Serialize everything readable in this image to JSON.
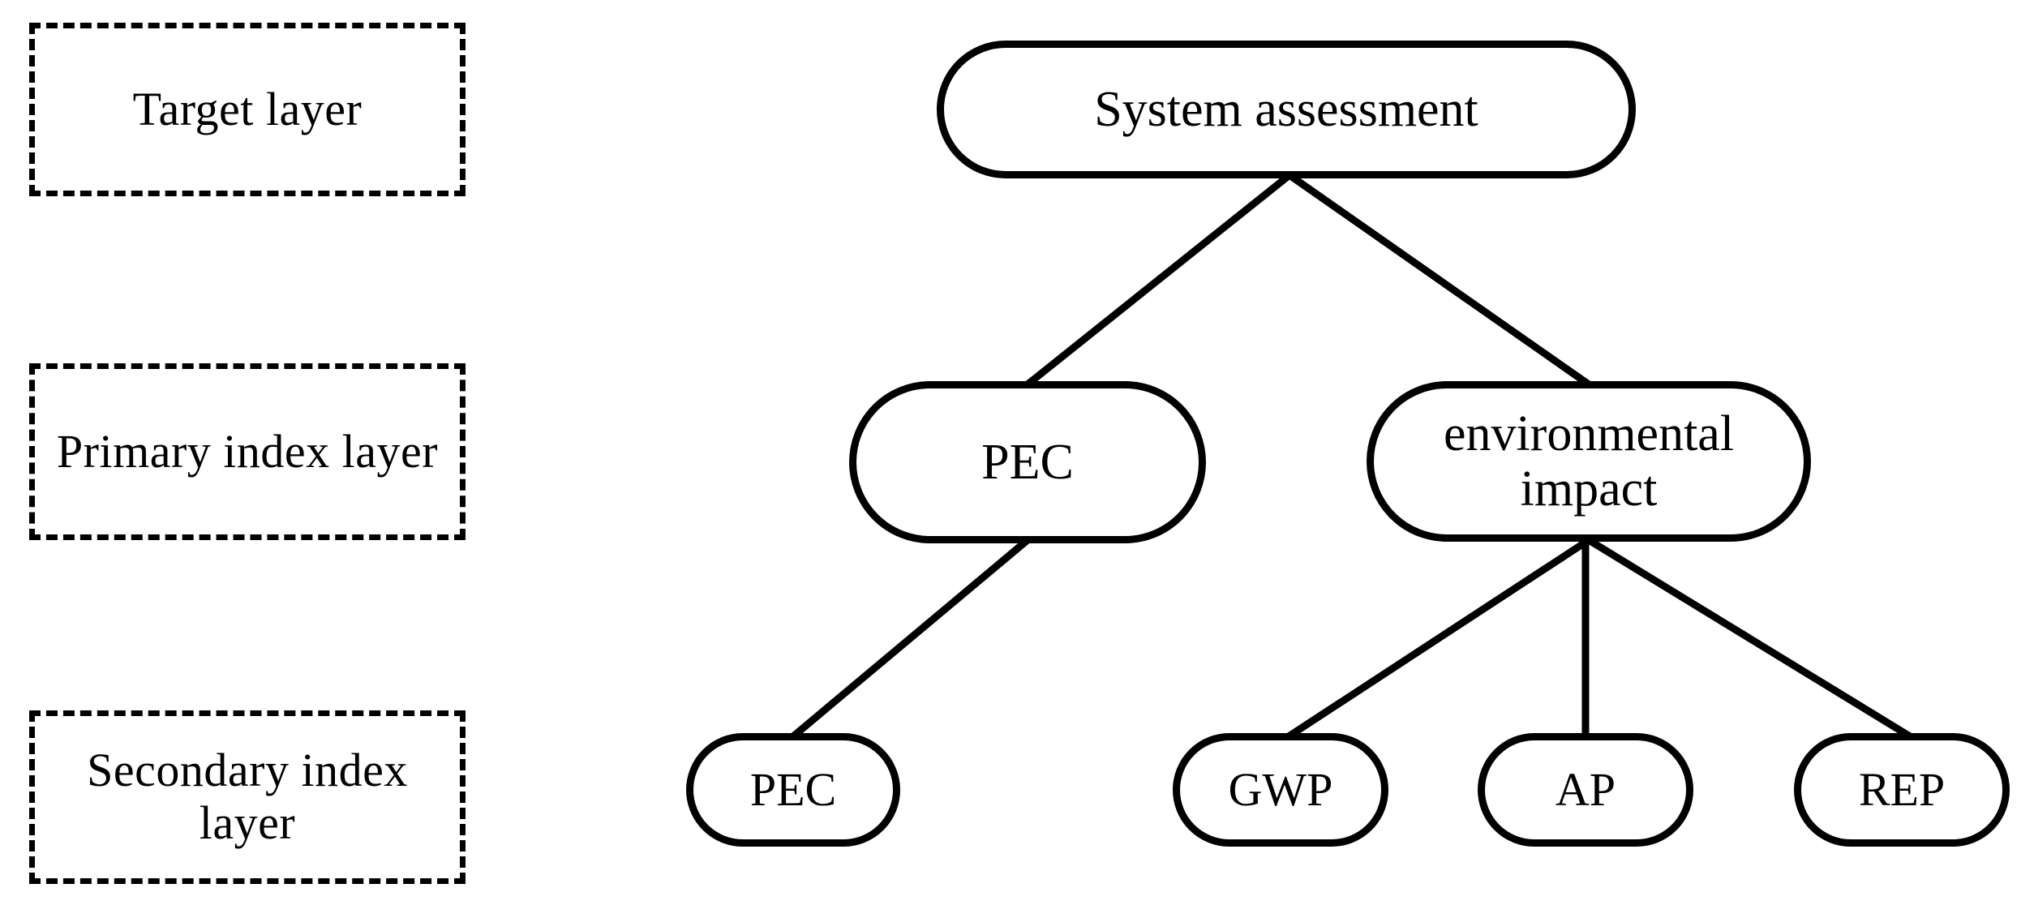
{
  "diagram": {
    "type": "hierarchy-tree",
    "legend": {
      "items": [
        {
          "id": "target-layer",
          "label": "Target layer"
        },
        {
          "id": "primary-index",
          "label": "Primary index\nlayer"
        },
        {
          "id": "secondary-index",
          "label": "Secondary\nindex layer"
        }
      ]
    },
    "nodes": {
      "system_assessment": {
        "label": "System assessment",
        "layer": "target-layer"
      },
      "pec_primary": {
        "label": "PEC",
        "layer": "primary-index"
      },
      "environmental_impact": {
        "label": "environmental\nimpact",
        "layer": "primary-index"
      },
      "pec_secondary": {
        "label": "PEC",
        "layer": "secondary-index"
      },
      "gwp": {
        "label": "GWP",
        "layer": "secondary-index"
      },
      "ap": {
        "label": "AP",
        "layer": "secondary-index"
      },
      "rep": {
        "label": "REP",
        "layer": "secondary-index"
      }
    },
    "edges": [
      {
        "from": "system_assessment",
        "to": "pec_primary"
      },
      {
        "from": "system_assessment",
        "to": "environmental_impact"
      },
      {
        "from": "pec_primary",
        "to": "pec_secondary"
      },
      {
        "from": "environmental_impact",
        "to": "gwp"
      },
      {
        "from": "environmental_impact",
        "to": "ap"
      },
      {
        "from": "environmental_impact",
        "to": "rep"
      }
    ],
    "colors": {
      "stroke": "#000000",
      "fill": "#ffffff",
      "text": "#000000"
    }
  }
}
